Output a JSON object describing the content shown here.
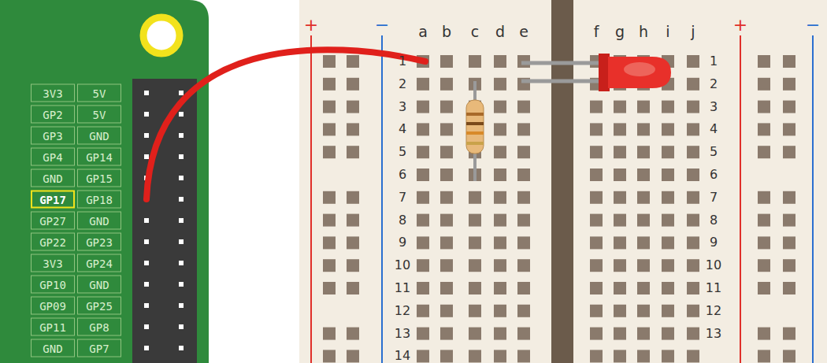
{
  "diagram": {
    "labels": [
      "3V3",
      "5V",
      "GP2",
      "5V",
      "GP3",
      "GND",
      "GP4",
      "GP14",
      "GND",
      "GP15",
      "GP17",
      "GP18",
      "GP27",
      "GND",
      "GP22",
      "GP23",
      "3V3",
      "GP24",
      "GP10",
      "GND",
      "GP09",
      "GP25",
      "GP11",
      "GP8",
      "GND",
      "GP7",
      "+",
      "−",
      "a",
      "b",
      "c",
      "d",
      "e",
      "f",
      "g",
      "h",
      "i",
      "j",
      "+",
      "−",
      "1",
      "2",
      "3",
      "4",
      "5",
      "6",
      "7",
      "8",
      "9",
      "10",
      "11",
      "12",
      "13",
      "14",
      "1",
      "2",
      "3",
      "4",
      "5",
      "6",
      "7",
      "8",
      "9",
      "10",
      "11",
      "12",
      "13"
    ]
  }
}
